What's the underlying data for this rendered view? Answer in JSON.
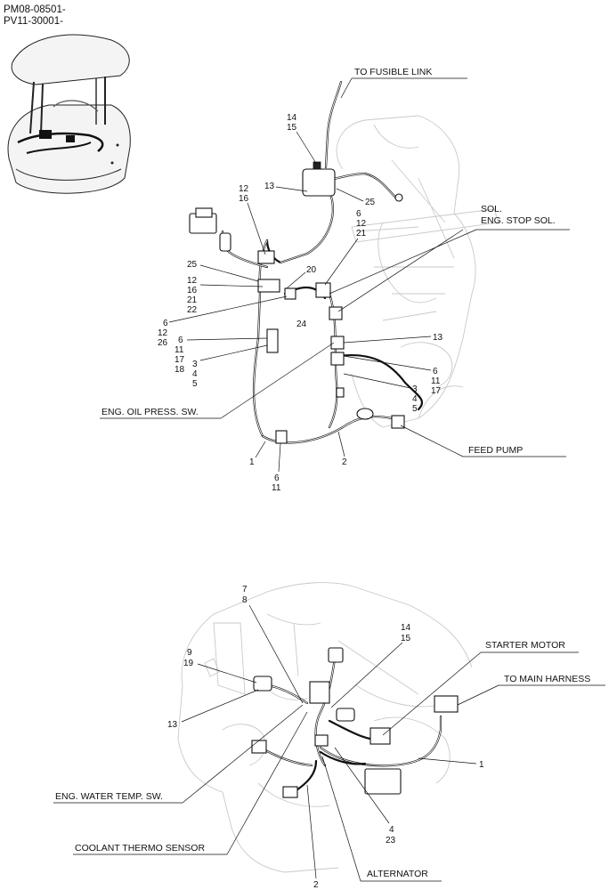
{
  "header": {
    "line1": "PM08-08501-",
    "line2": "PV11-30001-"
  },
  "upper_view": {
    "callouts": {
      "to_fusible_link": "TO FUSIBLE LINK",
      "sol": "SOL.",
      "eng_stop_sol": "ENG. STOP SOL.",
      "eng_oil_press_sw": "ENG. OIL PRESS. SW.",
      "feed_pump": "FEED PUMP"
    },
    "refs": {
      "r14": "14",
      "r15": "15",
      "r13a": "13",
      "r25a": "25",
      "r12a": "12",
      "r16a": "16",
      "r6a": "6",
      "r12b": "12",
      "r21a": "21",
      "r25b": "25",
      "r20": "20",
      "r12c": "12",
      "r16b": "16",
      "r21b": "21",
      "r22": "22",
      "r6b": "6",
      "r12d": "12",
      "r26": "26",
      "r6c": "6",
      "r11a": "11",
      "r17a": "17",
      "r18": "18",
      "r3a": "3",
      "r4a": "4",
      "r5a": "5",
      "r24": "24",
      "r13b": "13",
      "r6d": "6",
      "r11b": "11",
      "r17b": "17",
      "r3b": "3",
      "r4b": "4",
      "r5b": "5",
      "r1": "1",
      "r6e": "6",
      "r11c": "11",
      "r2": "2"
    }
  },
  "lower_view": {
    "callouts": {
      "starter_motor": "STARTER MOTOR",
      "to_main_harness": "TO MAIN HARNESS",
      "eng_water_temp_sw": "ENG. WATER TEMP. SW.",
      "coolant_thermo_sensor": "COOLANT THERMO SENSOR",
      "alternator": "ALTERNATOR"
    },
    "refs": {
      "r7": "7",
      "r8": "8",
      "r14": "14",
      "r15": "15",
      "r9": "9",
      "r19": "19",
      "r13": "13",
      "r1": "1",
      "r4": "4",
      "r23": "23",
      "r2": "2"
    }
  }
}
